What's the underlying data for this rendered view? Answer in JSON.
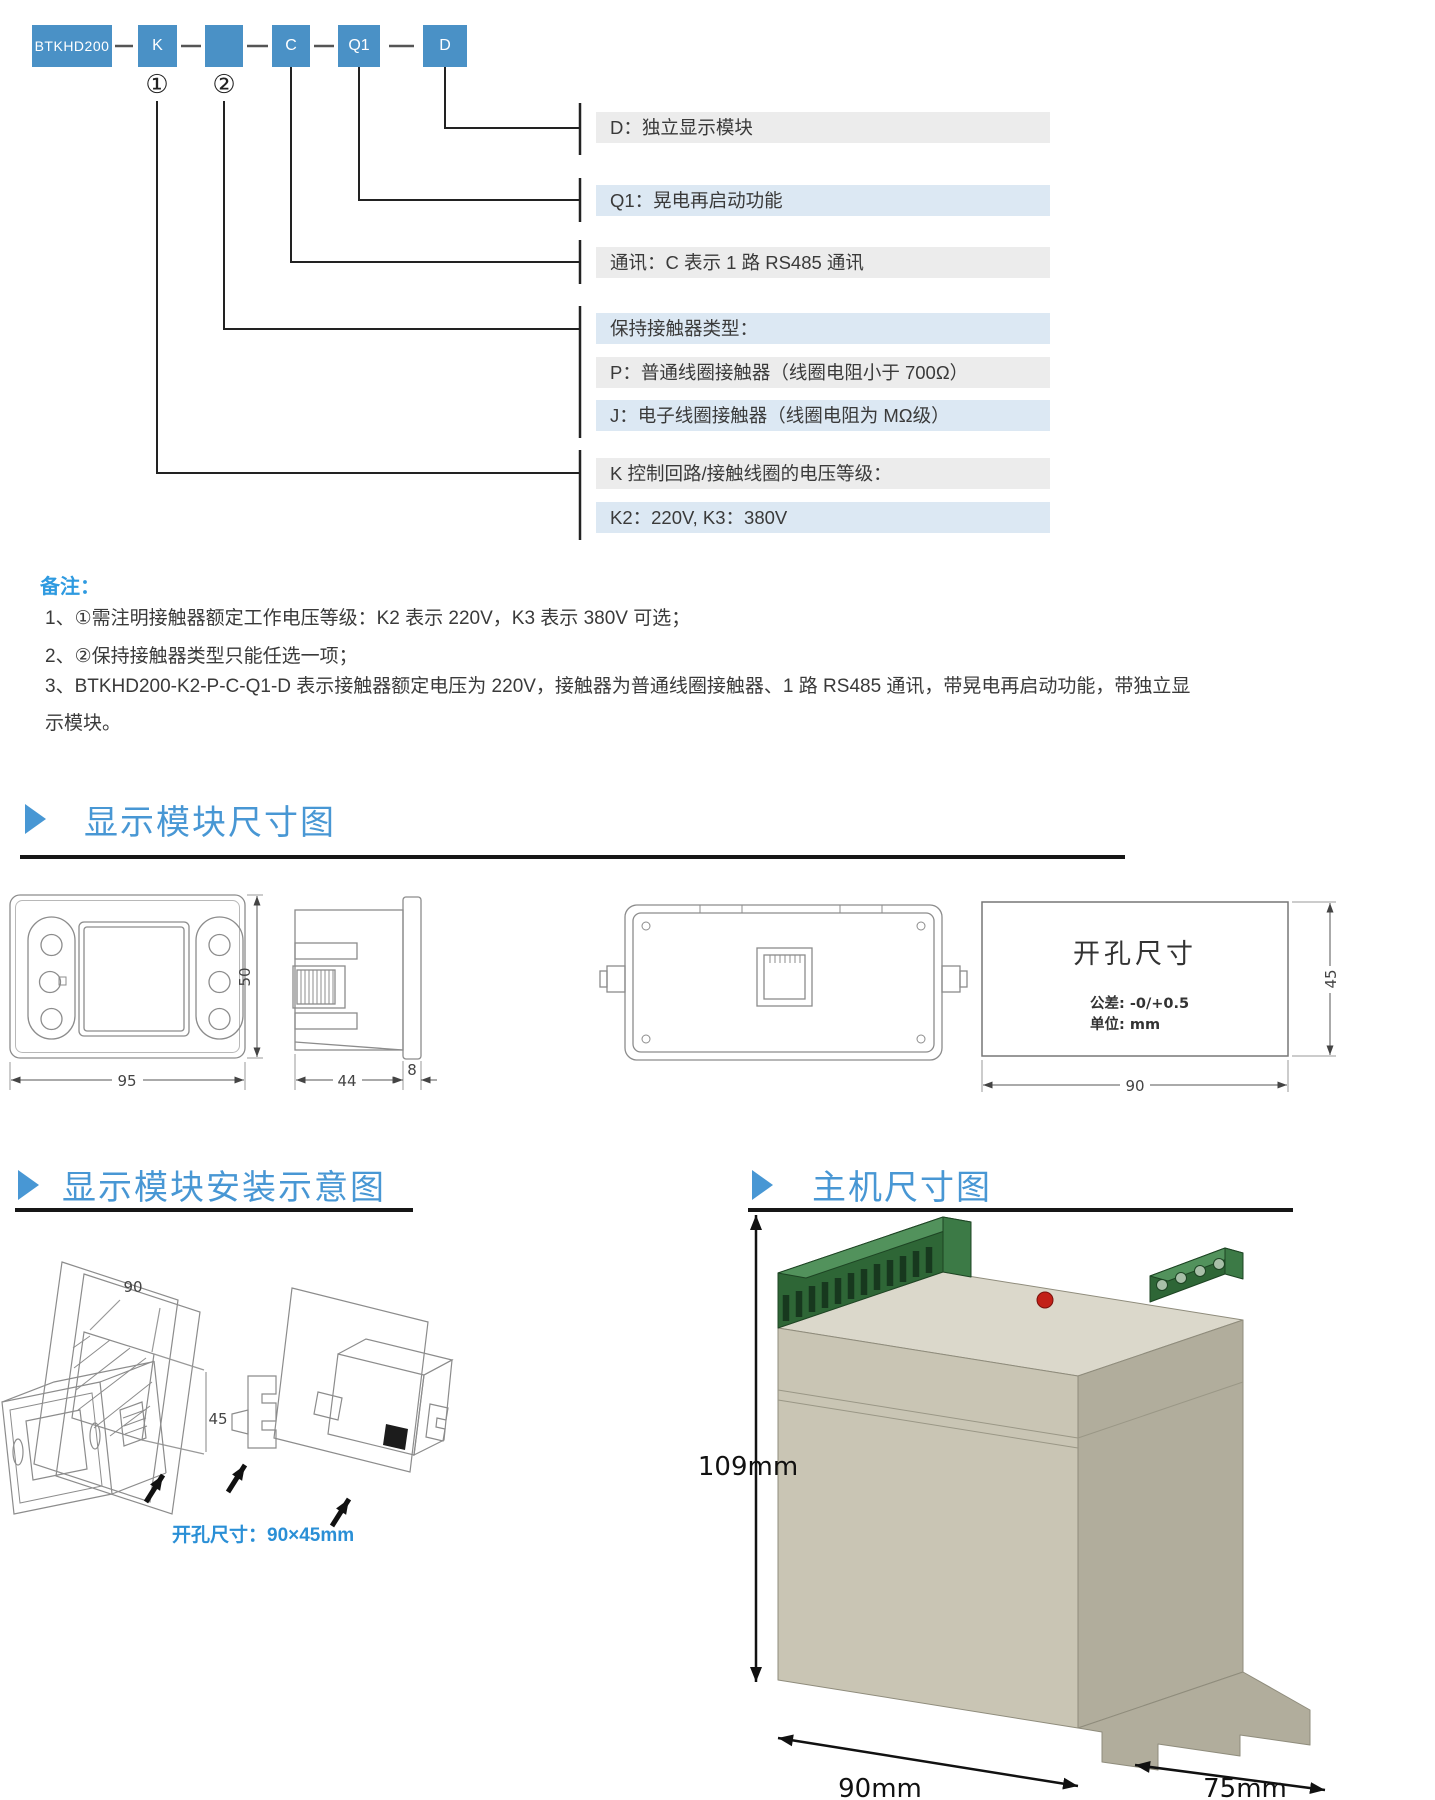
{
  "colors": {
    "accent_blue": "#4a91c6",
    "row_gray": "#ececec",
    "row_blue": "#dce8f3",
    "header_blue": "#4897d4",
    "note_title_blue": "#2e9ae0",
    "install_label_blue": "#2a8fd6",
    "terminal_green": "#2e6636",
    "device_beige": "#c9c5b4"
  },
  "model_diagram": {
    "boxes": [
      {
        "label": "BTKHD200"
      },
      {
        "label": "K"
      },
      {
        "label": ""
      },
      {
        "label": "C"
      },
      {
        "label": "Q1"
      },
      {
        "label": "D"
      }
    ],
    "markers": [
      "①",
      "②"
    ],
    "descriptions": [
      {
        "text": "D：独立显示模块"
      },
      {
        "text": "Q1：晃电再启动功能"
      },
      {
        "text": "通讯：C 表示 1 路 R​S485 通讯"
      },
      {
        "text": "保持接触器类型："
      },
      {
        "text": "P：普通线圈接触器（线圈电阻小于 700Ω）"
      },
      {
        "text": "J：电子线圈接触器（线圈电阻为 MΩ级）"
      },
      {
        "text": "K 控制回路/接触线圈的电压等级："
      },
      {
        "text": "K2：220V, K3：380V"
      }
    ]
  },
  "notes": {
    "title": "备注：",
    "items": [
      "1、①需注明接触器额定工作电压等级：K2 表示 220V，K3 表示 380V 可选；",
      "2、②保持接触器类型只能任选一项；",
      "3、BTKHD200-K2-P-C-Q1-D 表示接触器额定电压为 220V，接触器为普通线圈接触器、1 路 RS485 通讯，带晃电再启动功能，带独立显示模块。"
    ]
  },
  "section_display": {
    "title": "显示模块尺寸图"
  },
  "section_install": {
    "title": "显示模块安装示意图"
  },
  "section_host": {
    "title": "主机尺寸图"
  },
  "display_module": {
    "front_width": "95",
    "front_height": "50",
    "side_depth": "44",
    "bezel_thickness": "8",
    "cutout": {
      "title": "开孔尺寸",
      "tolerance": "公差: -0/+0.5",
      "unit": "单位: mm",
      "width": "90",
      "height": "45"
    }
  },
  "install": {
    "cutout_width": "90",
    "cutout_height": "45",
    "cutout_label": "开孔尺寸：90×45mm"
  },
  "host": {
    "height": "109mm",
    "width": "90mm",
    "depth": "75mm"
  }
}
